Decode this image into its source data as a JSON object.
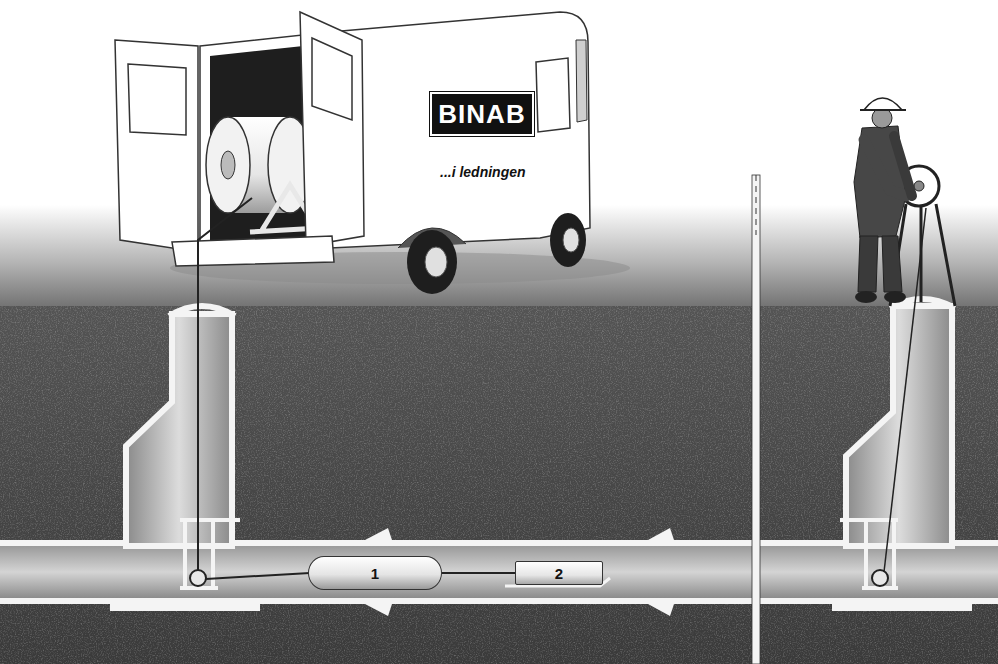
{
  "diagram": {
    "nodes": [
      {
        "text": [
          "1"
        ]
      },
      {
        "text": [
          "2"
        ]
      }
    ],
    "edges": [
      {
        "from": 0,
        "to": 1,
        "arrow": "none"
      }
    ],
    "labels": [
      "BINAB",
      "...i ledningen"
    ]
  }
}
